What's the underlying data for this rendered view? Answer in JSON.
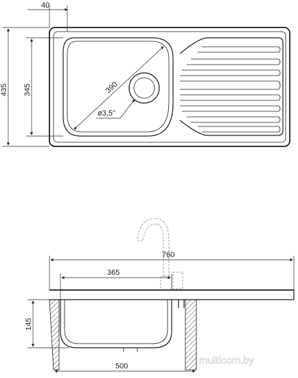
{
  "dimensions": {
    "top_flange": "40",
    "total_depth": "435",
    "bowl_depth": "345",
    "bowl_diagonal": "390",
    "drain_diameter": "ø3,5\"",
    "total_width": "760",
    "bowl_width_side": "365",
    "bowl_height": "145",
    "cabinet_width": "500"
  },
  "watermark": "multicom.by"
}
